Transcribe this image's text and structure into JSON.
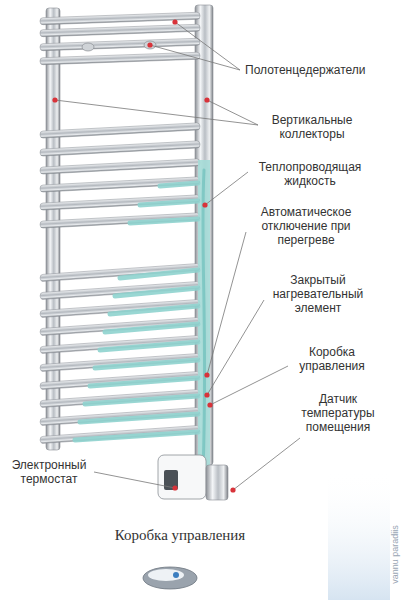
{
  "diagram": {
    "labels": [
      "Полотенцедержатели",
      "Вертикальные коллекторы",
      "Теплопроводящая жидкость",
      "Автоматическое отключение при перегреве",
      "Закрытый нагревательный элемент",
      "Коробка управления",
      "Датчик температуры помещения",
      "Электронный термостат",
      "Коробка управления",
      "vannu paradiis"
    ]
  }
}
